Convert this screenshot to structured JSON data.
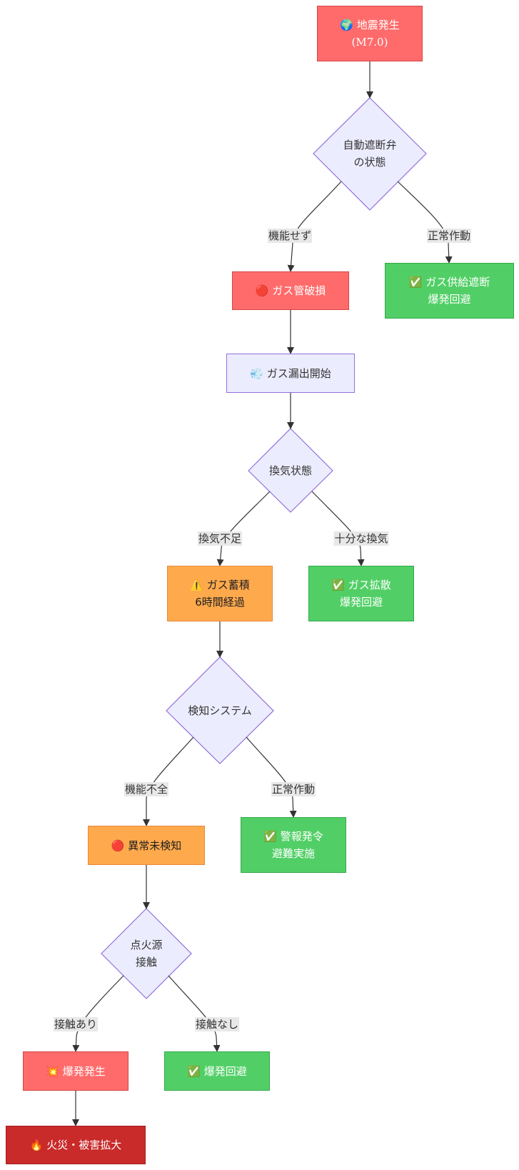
{
  "nodes": {
    "quake": {
      "line1": "🌍 地震発生",
      "line2": "(M7.0)"
    },
    "valve": {
      "line1": "自動遮断弁",
      "line2": "の状態"
    },
    "pipe_break": {
      "line1": "🔴 ガス管破損"
    },
    "supply_cut": {
      "line1": "✅ ガス供給遮断",
      "line2": "爆発回避"
    },
    "leak": {
      "line1": "💨 ガス漏出開始"
    },
    "ventilation": {
      "line1": "換気状態"
    },
    "accumulation": {
      "line1": "⚠️ ガス蓄積",
      "line2": "6時間経過"
    },
    "dispersion": {
      "line1": "✅ ガス拡散",
      "line2": "爆発回避"
    },
    "detection": {
      "line1": "検知システム"
    },
    "undetected": {
      "line1": "🔴 異常未検知"
    },
    "alarm": {
      "line1": "✅ 警報発令",
      "line2": "避難実施"
    },
    "ignition": {
      "line1": "点火源",
      "line2": "接触"
    },
    "explosion": {
      "line1": "💥 爆発発生"
    },
    "avoided": {
      "line1": "✅ 爆発回避"
    },
    "fire": {
      "line1": "🔥 火災・被害拡大"
    }
  },
  "edge_labels": {
    "valve_fail": "機能せず",
    "valve_ok": "正常作動",
    "vent_poor": "換気不足",
    "vent_good": "十分な換気",
    "detect_fail": "機能不全",
    "detect_ok": "正常作動",
    "contact_yes": "接触あり",
    "contact_no": "接触なし"
  },
  "colors": {
    "danger": "#ff6b6b",
    "safe": "#51cf66",
    "warning": "#ffa94d",
    "critical": "#c92a2a",
    "decision": "#ececff",
    "decision_border": "#9370db",
    "edge": "#333333"
  }
}
